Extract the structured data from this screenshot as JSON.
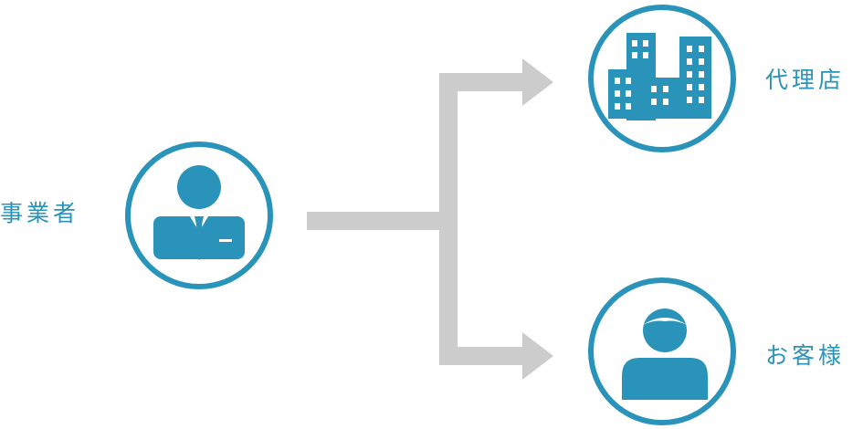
{
  "nodes": {
    "operator": {
      "label": "事業者",
      "icon": "businessman-icon"
    },
    "agency": {
      "label": "代理店",
      "icon": "office-buildings-icon"
    },
    "customer": {
      "label": "お客様",
      "icon": "person-icon"
    }
  },
  "colors": {
    "accent": "#2a93b9",
    "label": "#2a93b9",
    "connector": "#cccccc",
    "background": "#ffffff"
  }
}
